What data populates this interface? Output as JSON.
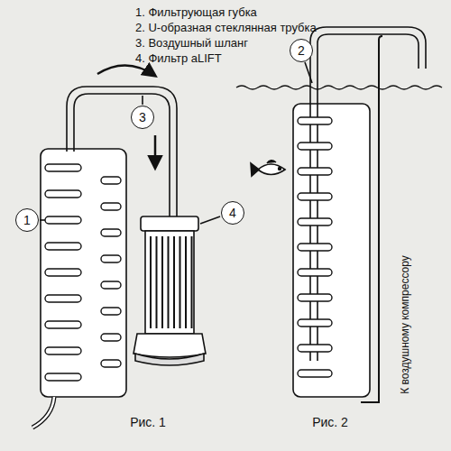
{
  "diagram": {
    "nodes": [
      {
        "text": [
          "1"
        ]
      },
      {
        "text": [
          "3"
        ]
      },
      {
        "text": [
          "4"
        ]
      },
      {
        "text": [
          "2"
        ]
      }
    ],
    "labels": [
      "1. Фильтрующая губка",
      "2. U-образная стеклянная трубка",
      "3. Воздушный шланг",
      "4. Фильтр aLIFT",
      "Рис. 1",
      "Рис. 2",
      "К воздушному компрессору"
    ]
  }
}
